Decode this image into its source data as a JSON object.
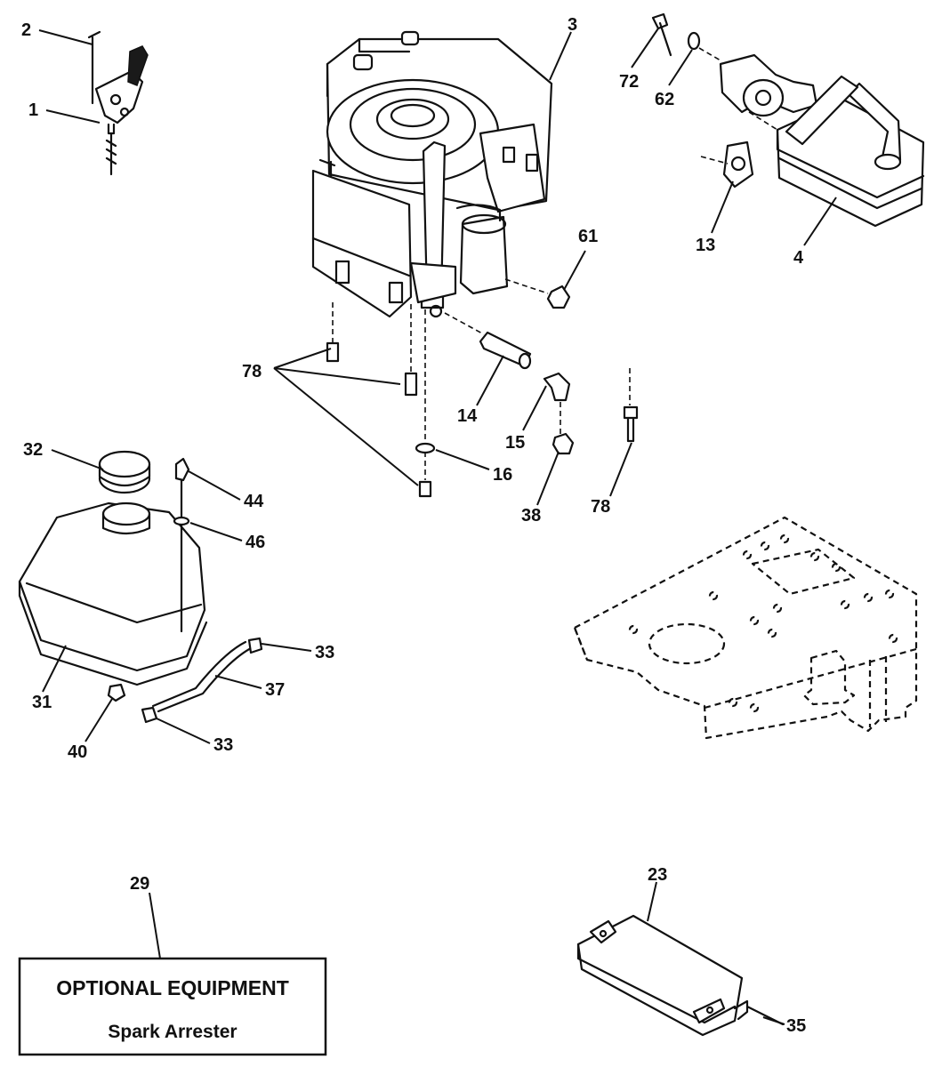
{
  "callouts": {
    "c1": "1",
    "c2": "2",
    "c3": "3",
    "c4": "4",
    "c13": "13",
    "c14": "14",
    "c15": "15",
    "c16": "16",
    "c23": "23",
    "c29": "29",
    "c31": "31",
    "c32": "32",
    "c33a": "33",
    "c33b": "33",
    "c35": "35",
    "c37": "37",
    "c38": "38",
    "c40": "40",
    "c44": "44",
    "c46": "46",
    "c61": "61",
    "c62": "62",
    "c72": "72",
    "c78a": "78",
    "c78b": "78"
  },
  "optional_box": {
    "title": "OPTIONAL EQUIPMENT",
    "subtitle": "Spark Arrester"
  }
}
